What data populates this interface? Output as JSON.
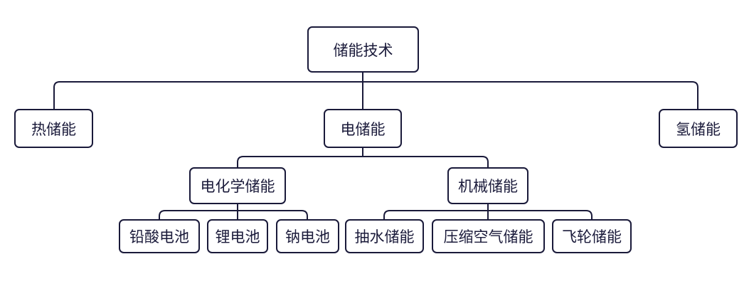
{
  "diagram": {
    "root": {
      "label": "储能技术"
    },
    "level1": [
      {
        "label": "热储能"
      },
      {
        "label": "电储能"
      },
      {
        "label": "氢储能"
      }
    ],
    "level2": [
      {
        "label": "电化学储能"
      },
      {
        "label": "机械储能"
      }
    ],
    "electrochemical": [
      {
        "label": "铅酸电池"
      },
      {
        "label": "锂电池"
      },
      {
        "label": "钠电池"
      }
    ],
    "mechanical": [
      {
        "label": "抽水储能"
      },
      {
        "label": "压缩空气储能"
      },
      {
        "label": "飞轮储能"
      }
    ]
  },
  "colors": {
    "stroke": "#1a1a3a",
    "background": "#ffffff"
  }
}
